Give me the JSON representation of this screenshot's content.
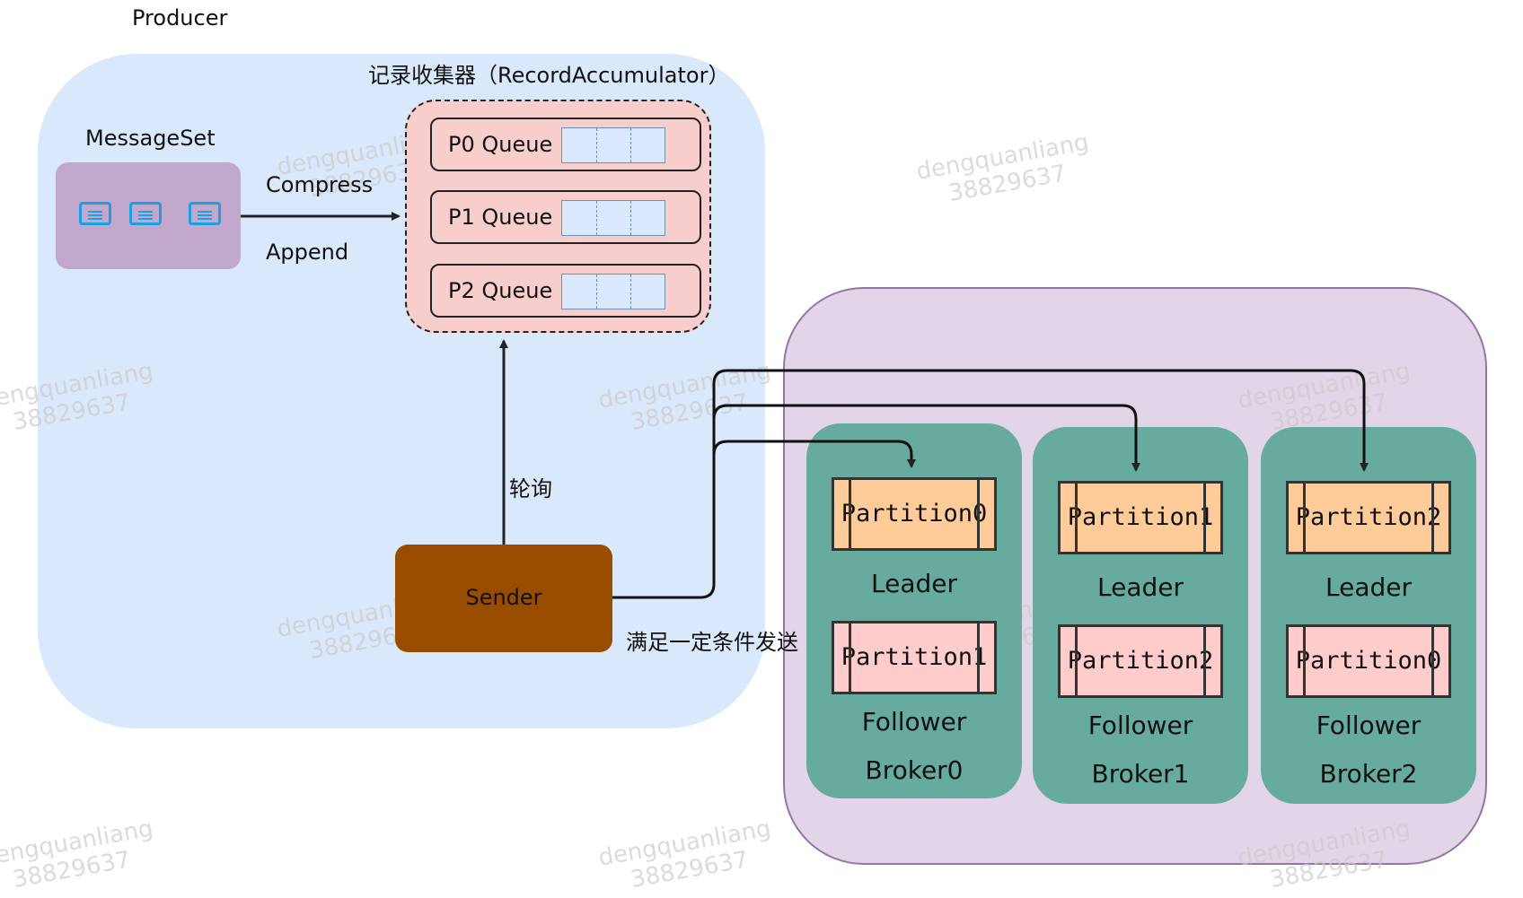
{
  "producer": {
    "title": "Producer",
    "messageset_label": "MessageSet",
    "compress_label": "Compress",
    "append_label": "Append",
    "accumulator_title": "记录收集器（RecordAccumulator）",
    "queues": [
      "P0 Queue",
      "P1 Queue",
      "P2 Queue"
    ],
    "poll_label": "轮询",
    "sender_label": "Sender",
    "send_condition_label": "满足一定条件发送"
  },
  "brokers": [
    {
      "name": "Broker0",
      "leader_partition": "Partition0",
      "leader_role": "Leader",
      "follower_partition": "Partition1",
      "follower_role": "Follower"
    },
    {
      "name": "Broker1",
      "leader_partition": "Partition1",
      "leader_role": "Leader",
      "follower_partition": "Partition2",
      "follower_role": "Follower"
    },
    {
      "name": "Broker2",
      "leader_partition": "Partition2",
      "leader_role": "Leader",
      "follower_partition": "Partition0",
      "follower_role": "Follower"
    }
  ],
  "watermark": {
    "line1": "dengquanliang",
    "line2": "38829637"
  },
  "colors": {
    "producer_bg": "#dae8fc",
    "cluster_bg": "#e1d5e7",
    "messageset_bg": "#c3a8ce",
    "accumulator_bg": "#f8cecc",
    "sender_bg": "#994c00",
    "broker_bg": "#67ab9f",
    "leader_partition_bg": "#ffcc99",
    "follower_partition_bg": "#ffcccc",
    "icon": "#1ba1e2"
  },
  "icons": [
    "document-icon",
    "document-icon",
    "document-icon"
  ]
}
